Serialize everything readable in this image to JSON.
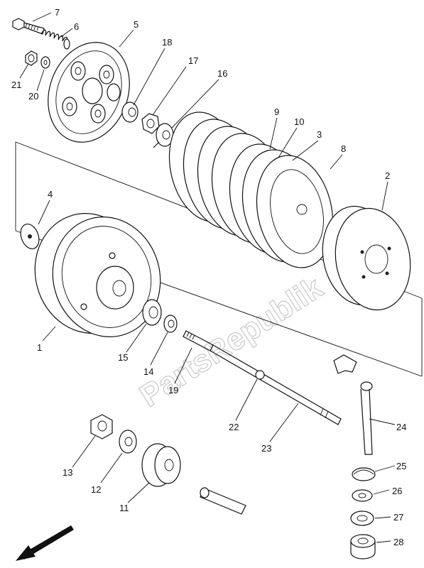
{
  "watermark": "PartsRepublik",
  "labels": [
    {
      "id": "7",
      "text": "7"
    },
    {
      "id": "6",
      "text": "6"
    },
    {
      "id": "5",
      "text": "5"
    },
    {
      "id": "18",
      "text": "18"
    },
    {
      "id": "17",
      "text": "17"
    },
    {
      "id": "16",
      "text": "16"
    },
    {
      "id": "21",
      "text": "21"
    },
    {
      "id": "20",
      "text": "20"
    },
    {
      "id": "9",
      "text": "9"
    },
    {
      "id": "10",
      "text": "10"
    },
    {
      "id": "3",
      "text": "3"
    },
    {
      "id": "8",
      "text": "8"
    },
    {
      "id": "2",
      "text": "2"
    },
    {
      "id": "4",
      "text": "4"
    },
    {
      "id": "1",
      "text": "1"
    },
    {
      "id": "15",
      "text": "15"
    },
    {
      "id": "14",
      "text": "14"
    },
    {
      "id": "19",
      "text": "19"
    },
    {
      "id": "22",
      "text": "22"
    },
    {
      "id": "23",
      "text": "23"
    },
    {
      "id": "24",
      "text": "24"
    },
    {
      "id": "25",
      "text": "25"
    },
    {
      "id": "26",
      "text": "26"
    },
    {
      "id": "27",
      "text": "27"
    },
    {
      "id": "28",
      "text": "28"
    },
    {
      "id": "13",
      "text": "13"
    },
    {
      "id": "12",
      "text": "12"
    },
    {
      "id": "11",
      "text": "11"
    }
  ]
}
